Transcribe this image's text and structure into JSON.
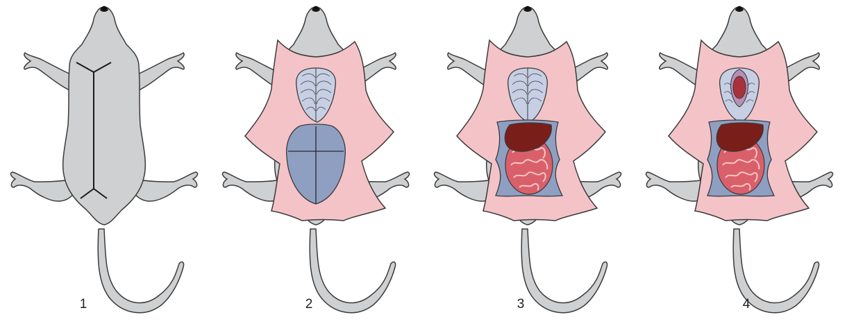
{
  "steps": [
    {
      "label": "1"
    },
    {
      "label": "2"
    },
    {
      "label": "3"
    },
    {
      "label": "4"
    }
  ],
  "colors": {
    "body": "#cfd0d1",
    "outline": "#3a3a3a",
    "skin_flap": "#f4c3c8",
    "lungs": "#c6cfe3",
    "peritoneum": "#8e9fc2",
    "liver": "#7a1e1a",
    "intestines": "#d9606a",
    "heart": "#a8323c"
  }
}
